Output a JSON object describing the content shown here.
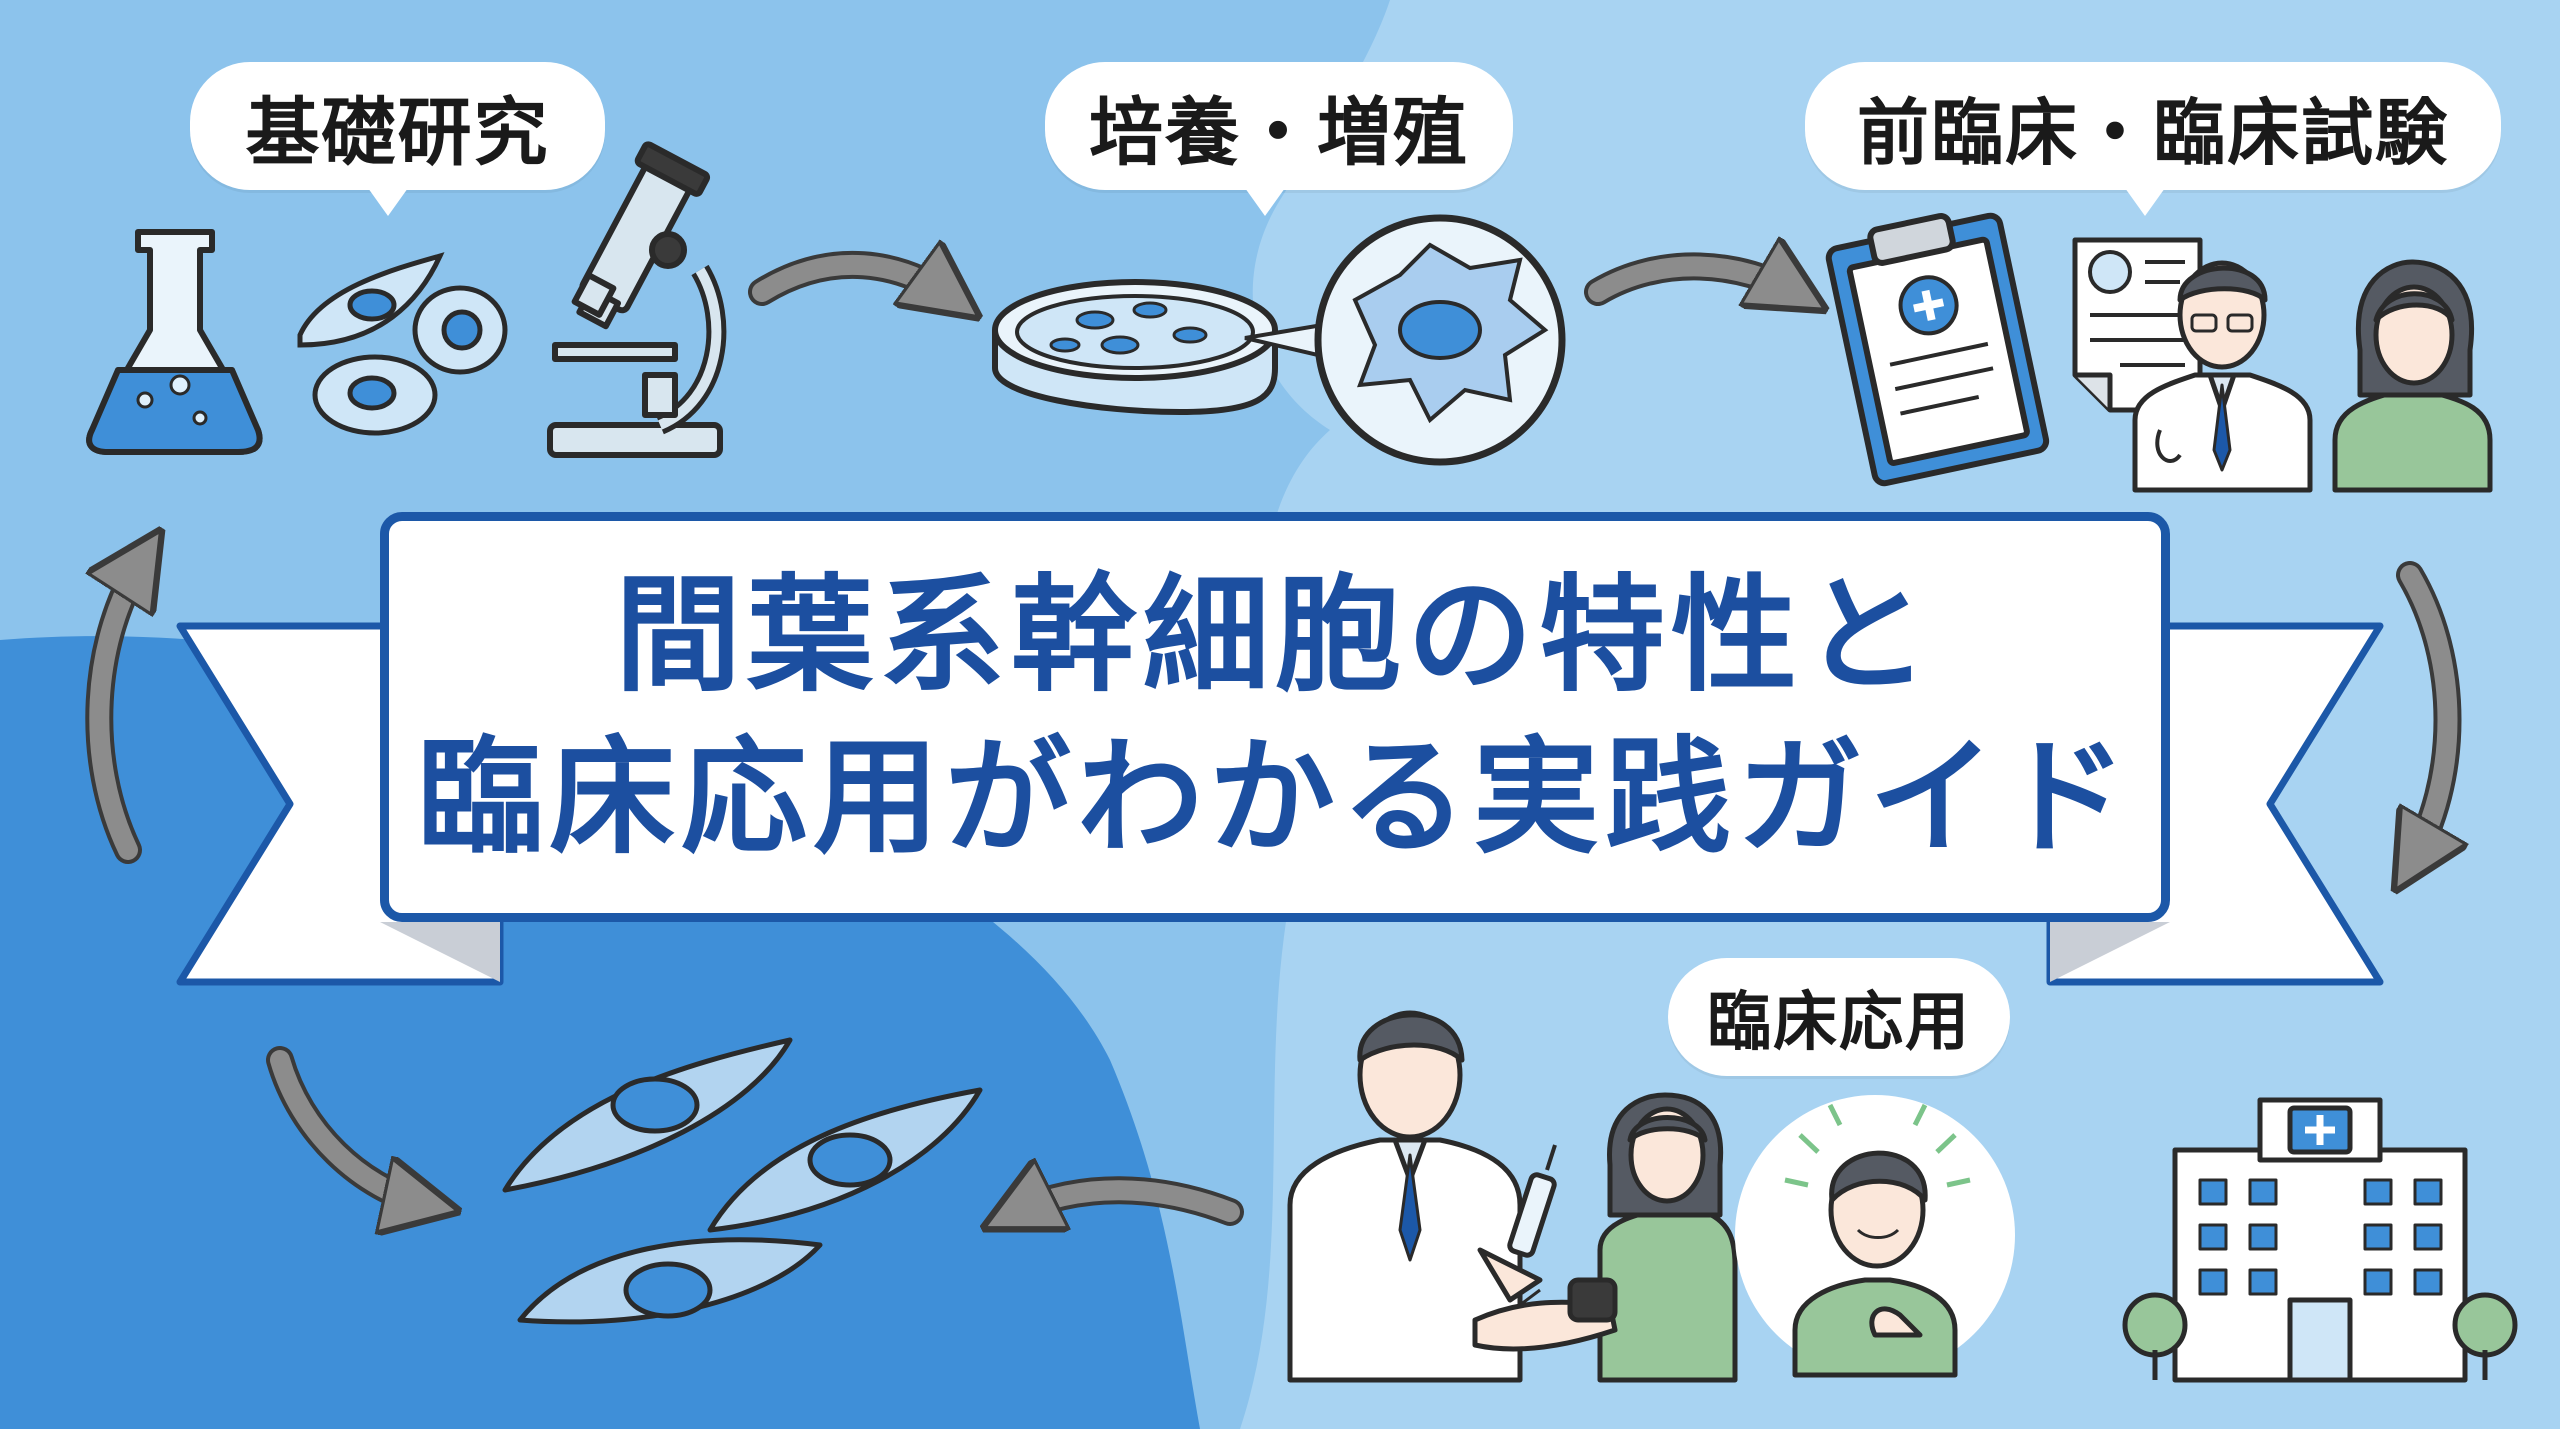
{
  "labels": {
    "basic_research": "基礎研究",
    "culture": "培養・増殖",
    "preclinical": "前臨床・臨床試験",
    "clinical_application": "臨床応用"
  },
  "title": {
    "line1": "間葉系幹細胞の特性と",
    "line2": "臨床応用がわかる実践ガイド"
  },
  "colors": {
    "title_text": "#1c4fa0",
    "banner_border": "#1c58a8",
    "bg_dark": "#3f8fd8",
    "bg_light": "#a8d3f2",
    "arrow": "#8c8c8c"
  },
  "icons": [
    "flask-icon",
    "cells-icon",
    "microscope-icon",
    "petri-dish-icon",
    "magnified-cell-icon",
    "clipboard-icon",
    "document-icon",
    "doctor-icon",
    "patient-woman-icon",
    "stem-cells-icon",
    "doctor-injection-icon",
    "recovered-patient-icon",
    "hospital-icon"
  ]
}
